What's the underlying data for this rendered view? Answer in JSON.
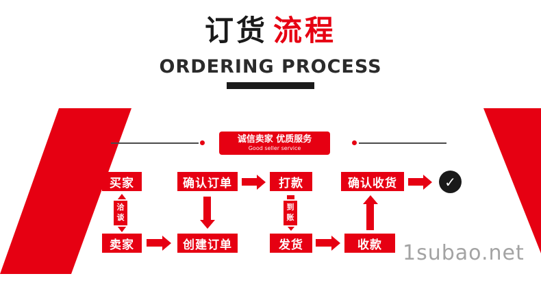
{
  "header": {
    "title_part1": "订货",
    "title_part2": "流程",
    "subtitle": "ORDERING PROCESS"
  },
  "banner": {
    "title": "诚信卖家 优质服务",
    "subtitle": "Good seller service"
  },
  "flow": {
    "buyer": "买家",
    "seller": "卖家",
    "negotiate": "洽谈",
    "confirm_order": "确认订单",
    "create_order": "创建订单",
    "pay": "打款",
    "funds_arrived": "到账",
    "ship": "发货",
    "receive_payment": "收款",
    "confirm_receipt": "确认收货",
    "check": "✓"
  },
  "watermark": "1subao.net",
  "colors": {
    "red": "#e60012",
    "dark": "#1a1a1a",
    "line": "#4a4a4a",
    "watermark_gray": "#a3a3a3"
  }
}
